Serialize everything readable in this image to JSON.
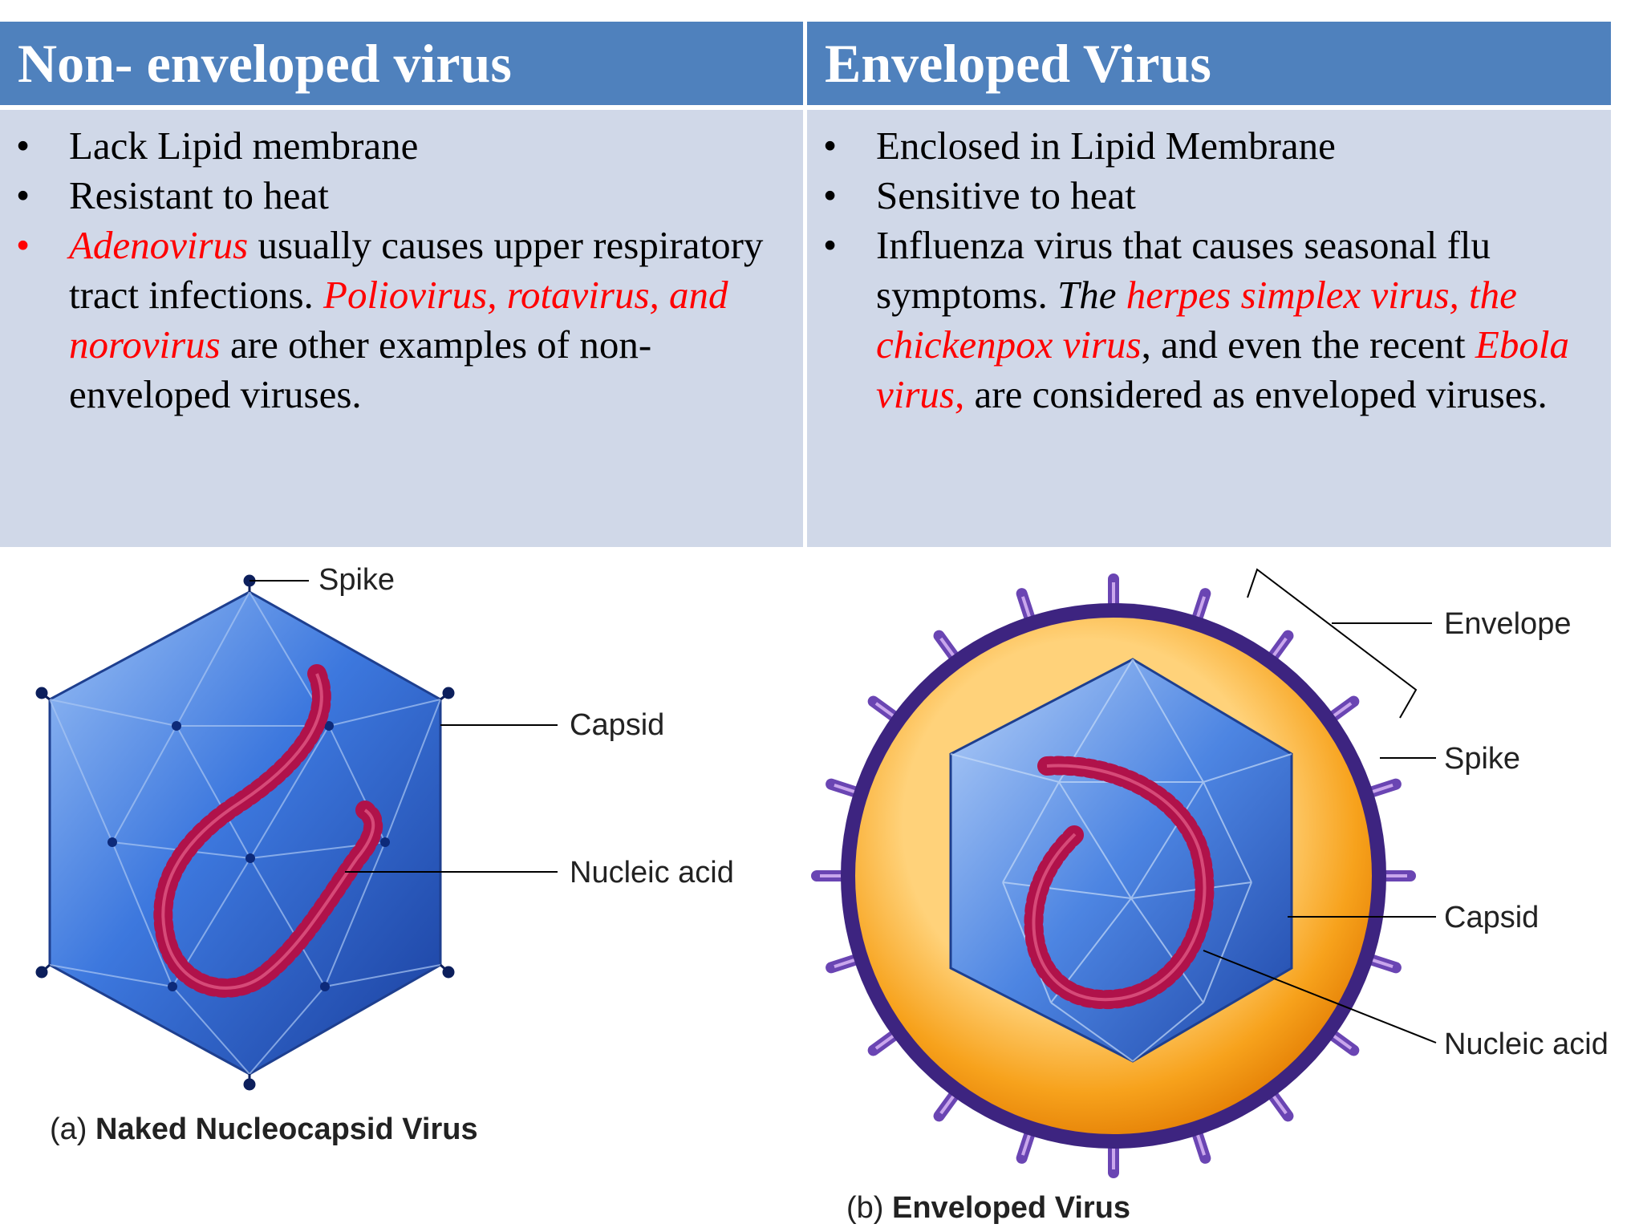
{
  "left_column": {
    "title": "Non- enveloped virus",
    "b1": "Lack Lipid membrane",
    "b2": "Resistant to heat",
    "b3": {
      "t1": "Adenovirus",
      "t2": " usually causes upper respiratory tract infections. ",
      "t3": "Poliovirus, rotavirus, and norovirus",
      "t4": " are other examples of non-enveloped viruses."
    }
  },
  "right_column": {
    "title": "Enveloped Virus",
    "b1": "Enclosed in Lipid Membrane",
    "b2": "Sensitive to heat",
    "b3": {
      "t1": "Influenza virus that causes seasonal flu symptoms. ",
      "t2": "The ",
      "t3": "herpes simplex virus, the chickenpox virus",
      "t4": ", and even the recent ",
      "t5": "Ebola virus,",
      "t6": " are considered as enveloped viruses."
    }
  },
  "diagram_a": {
    "labels": {
      "spike": "Spike",
      "capsid": "Capsid",
      "nucleic_acid": "Nucleic acid"
    },
    "caption_prefix": "(a) ",
    "caption": "Naked Nucleocapsid Virus"
  },
  "diagram_b": {
    "labels": {
      "envelope": "Envelope",
      "spike": "Spike",
      "capsid": "Capsid",
      "nucleic_acid": "Nucleic acid"
    },
    "caption_prefix": "(b) ",
    "caption": "Enveloped Virus"
  },
  "colors": {
    "header_bg": "#4f81bd",
    "cell_bg": "#d0d8e8",
    "highlight": "#ff0000",
    "capsid_blue": "#2e5fc4",
    "nucleic_acid": "#b0124a",
    "envelope_orange": "#f18a00",
    "membrane_purple": "#3d2480"
  }
}
